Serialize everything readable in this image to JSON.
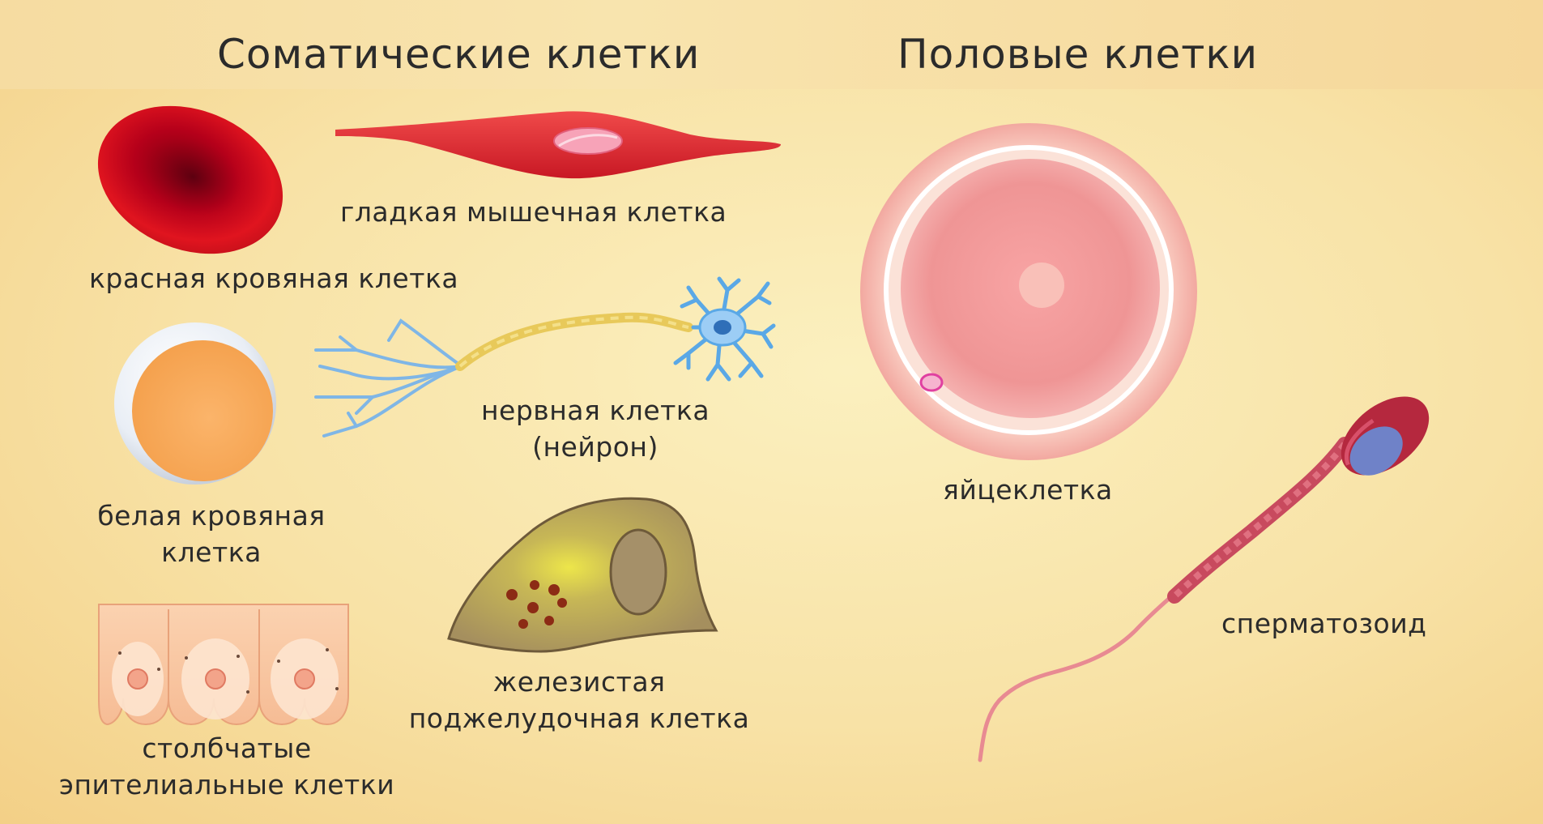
{
  "headings": {
    "somatic": "Соматические клетки",
    "germ": "Половые клетки"
  },
  "cells": {
    "red_blood": "красная кровяная клетка",
    "smooth_muscle": "гладкая мышечная клетка",
    "nerve_line1": "нервная клетка",
    "nerve_line2": "(нейрон)",
    "white_blood_line1": "белая кровяная",
    "white_blood_line2": "клетка",
    "columnar_line1": "столбчатые",
    "columnar_line2": "эпителиальные клетки",
    "glandular_line1": "железистая",
    "glandular_line2": "поджелудочная клетка",
    "egg": "яйцеклетка",
    "sperm": "сперматозоид"
  }
}
